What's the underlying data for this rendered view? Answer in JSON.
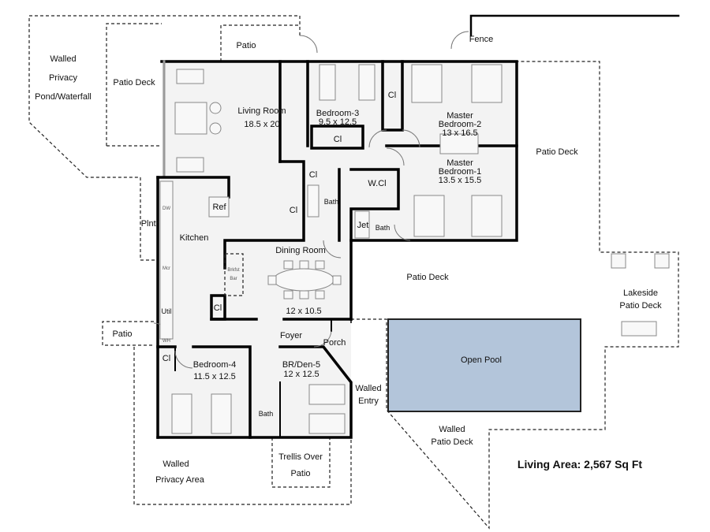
{
  "labels": {
    "walled_privacy_pond": [
      "Walled",
      "Privacy",
      "Pond/Waterfall"
    ],
    "patio_deck_top_left": "Patio Deck",
    "patio_top": "Patio",
    "fence": "Fence",
    "living_room": [
      "Living Room",
      "18.5 x 20"
    ],
    "bedroom_3": [
      "Bedroom-3",
      "9.5 x 12.5"
    ],
    "closet": "Cl",
    "master_bedroom_2": [
      "Master",
      "Bedroom-2",
      "13 x 16.5"
    ],
    "master_bedroom_1": [
      "Master",
      "Bedroom-1",
      "13.5 x 15.5"
    ],
    "walk_in_closet": "W.Cl",
    "bath": "Bath",
    "jet": "Jet",
    "ref": "Ref",
    "planter": "Plntr",
    "kitchen": "Kitchen",
    "breakfast_bar": [
      "Brkfst",
      "Bar"
    ],
    "dining_room": [
      "Dining Room",
      "12 x 10.5"
    ],
    "patio_deck_right": "Patio Deck",
    "patio_deck_center": "Patio Deck",
    "lakeside_patio_deck": [
      "Lakeside",
      "Patio Deck"
    ],
    "patio_left": "Patio",
    "utility": "Util",
    "water_heater": "WH",
    "dishwasher": "DW",
    "microwave": "Mcr",
    "foyer": "Foyer",
    "porch": "Porch",
    "bedroom_4": [
      "Bedroom-4",
      "11.5 x 12.5"
    ],
    "br_den_5": [
      "BR/Den-5",
      "12 x 12.5"
    ],
    "walled_entry": [
      "Walled",
      "Entry"
    ],
    "open_pool": "Open Pool",
    "walled_patio_deck": [
      "Walled",
      "Patio Deck"
    ],
    "walled_privacy_area": [
      "Walled",
      "Privacy Area"
    ],
    "trellis_over_patio": [
      "Trellis Over",
      "Patio"
    ],
    "living_area": "Living Area: 2,567 Sq Ft"
  },
  "colors": {
    "pool": "#b3c5da",
    "floor": "#f3f3f3",
    "wall": "#000000"
  }
}
